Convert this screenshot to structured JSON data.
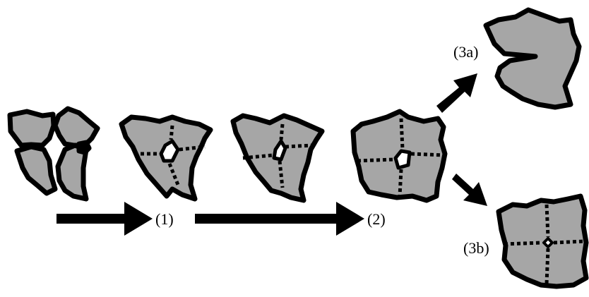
{
  "labels": {
    "step1": "(1)",
    "step2": "(2)",
    "step3a": "(3a)",
    "step3b": "(3b)"
  },
  "colors": {
    "fill": "#a6a6a6",
    "stroke": "#000000",
    "background": "#ffffff"
  }
}
